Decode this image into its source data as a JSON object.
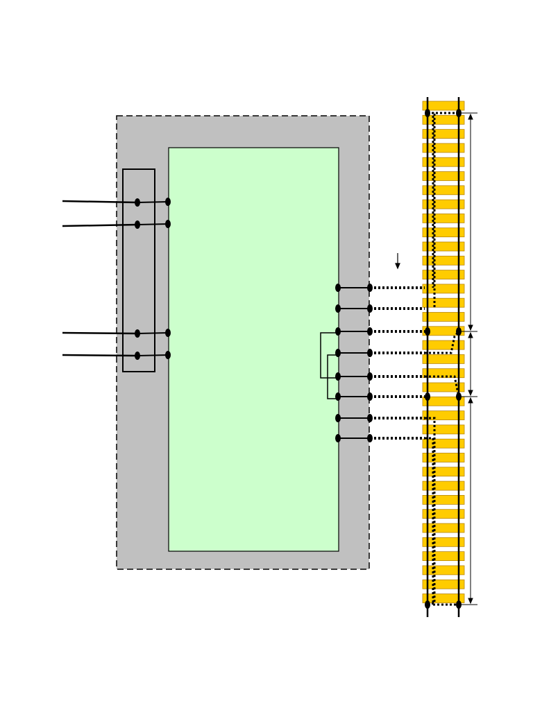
{
  "colors": {
    "background": "#ffffff",
    "enclosure_fill": "#c0c0c0",
    "enclosure_border": "#000000",
    "device_fill": "#ccffcc",
    "sleeper_fill": "#ffcc00",
    "sleeper_border": "#b8860b",
    "rail": "#000000",
    "wire": "#000000",
    "terminal": "#000000"
  },
  "counts": {
    "left_terminals": 4,
    "right_terminals": 8,
    "track_joints": 5
  },
  "links": {
    "left_inputs": [
      "input-1",
      "input-2",
      "input-3",
      "input-4"
    ],
    "track_feeds": [
      "feed-1",
      "feed-2",
      "feed-3",
      "feed-4",
      "feed-5",
      "feed-6",
      "feed-7",
      "feed-8"
    ]
  },
  "dimension_lines": [
    "section-a",
    "section-b",
    "section-c"
  ]
}
